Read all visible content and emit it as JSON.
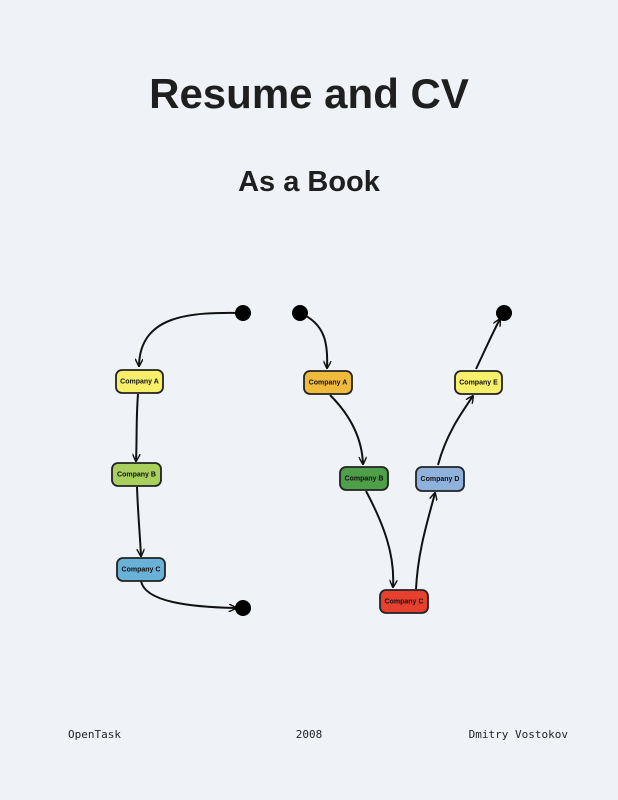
{
  "title": "Resume and CV",
  "subtitle": "As a Book",
  "diagram": {
    "nodes": {
      "c_a": "Company A",
      "c_b": "Company B",
      "c_c": "Company C",
      "v_a": "Company A",
      "v_b": "Company B",
      "v_c": "Company C",
      "v_d": "Company D",
      "v_e": "Company E"
    },
    "colors": {
      "yellow": "#f7ee6a",
      "light_green": "#a9cf5c",
      "blue": "#6ab1d8",
      "orange": "#f0bb3c",
      "green": "#4f9e48",
      "red": "#e8402e",
      "steel_blue": "#8fb2dc"
    }
  },
  "footer": {
    "publisher": "OpenTask",
    "year": "2008",
    "author": "Dmitry Vostokov"
  }
}
